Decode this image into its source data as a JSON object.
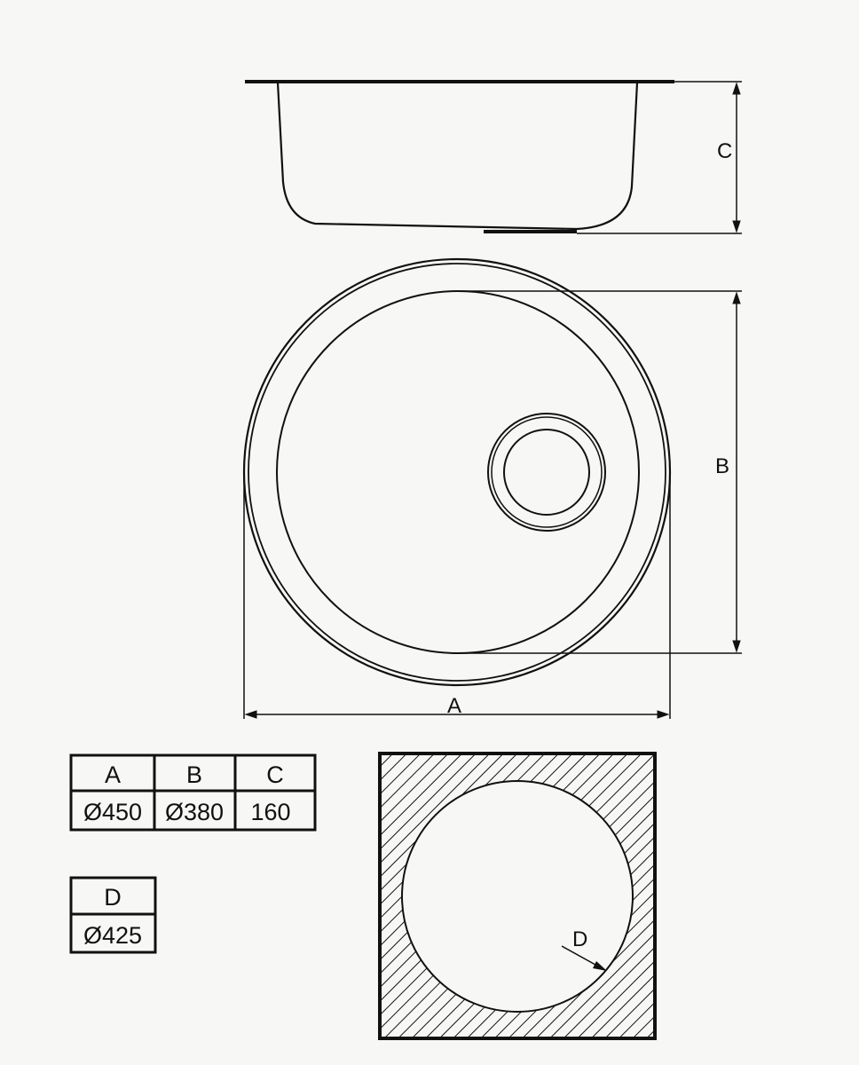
{
  "dimension_labels": {
    "a": "A",
    "b": "B",
    "c": "C",
    "d": "D"
  },
  "table_main": {
    "headers": [
      "A",
      "B",
      "C"
    ],
    "values": [
      "Ø450",
      "Ø380",
      "160"
    ]
  },
  "table_cutout": {
    "headers": [
      "D"
    ],
    "values": [
      "Ø425"
    ]
  },
  "colors": {
    "line": "#111111",
    "background": "#f7f7f5"
  }
}
